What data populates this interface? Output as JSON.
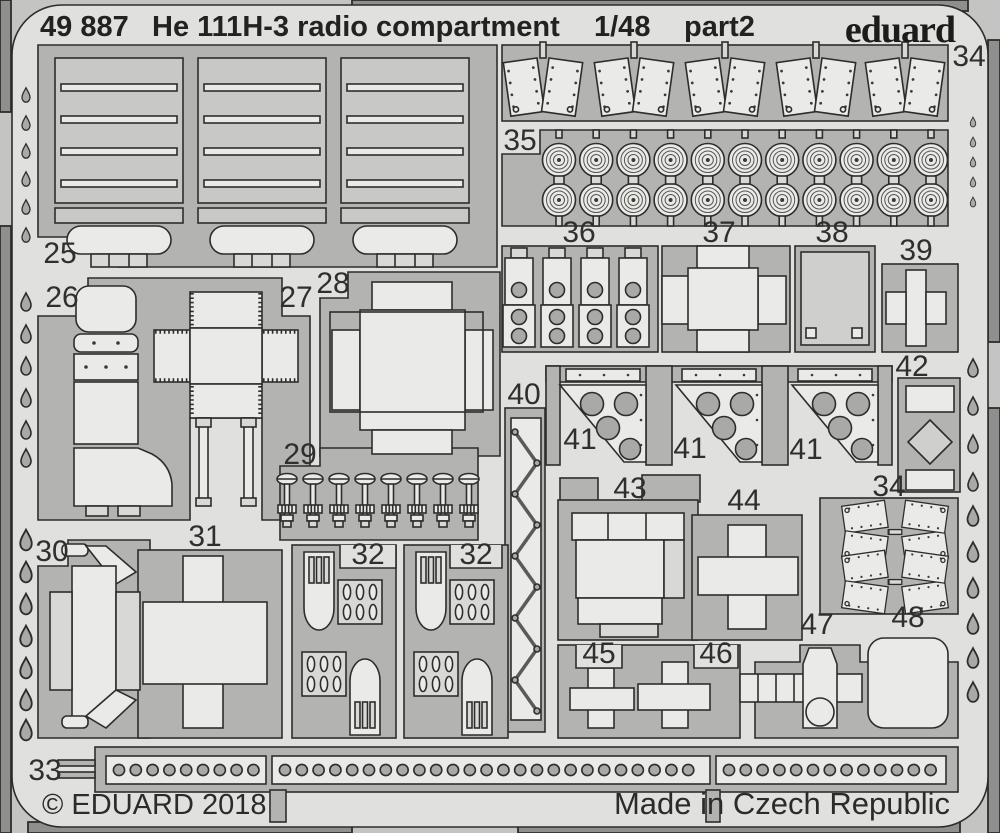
{
  "header": {
    "catalog_number": "49 887",
    "title": "He 111H-3 radio compartment",
    "scale": "1/48",
    "part": "part2",
    "brand": "eduard"
  },
  "footer": {
    "copyright": "© EDUARD 2018",
    "origin": "Made in Czech Republic"
  },
  "labels": {
    "p25": "25",
    "p26": "26",
    "p27": "27",
    "p28": "28",
    "p29": "29",
    "p30": "30",
    "p31": "31",
    "p32a": "32",
    "p32b": "32",
    "p33": "33",
    "p34a": "34",
    "p34b": "34",
    "p35": "35",
    "p36": "36",
    "p37": "37",
    "p38": "38",
    "p39": "39",
    "p40": "40",
    "p41a": "41",
    "p41b": "41",
    "p41c": "41",
    "p42": "42",
    "p43": "43",
    "p44": "44",
    "p45": "45",
    "p46": "46",
    "p47": "47",
    "p48": "48"
  },
  "colors": {
    "sheet": "#e0e0de",
    "carrier": "#b3b3b1",
    "part": "#eaeae8",
    "part_mid": "#d8d8d6",
    "panel": "#c8c8c6",
    "outline": "#2d2d2b",
    "hole": "#a9a9a7",
    "background": "#c4c4c2",
    "frame_bar": "#908f8d",
    "text": "#2f2f2d"
  }
}
